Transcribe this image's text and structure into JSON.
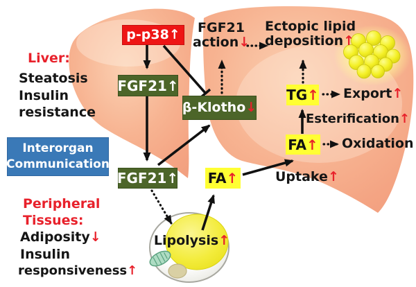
{
  "left_panel": {
    "liver_heading": "Liver:",
    "liver_line1": "Steatosis",
    "liver_line2": "Insulin",
    "liver_line3": "resistance",
    "interorgan_line1": "Interorgan",
    "interorgan_line2": "Communication",
    "peripheral_heading1": "Peripheral",
    "peripheral_heading2": "Tissues:",
    "adiposity_text": "Adiposity",
    "adiposity_arrow": "↓",
    "insulin_text": "Insulin",
    "responsiveness_text": "responsiveness",
    "responsiveness_arrow": "↑"
  },
  "nodes": {
    "p_p38": {
      "text": "p-p38",
      "arrow": "↑"
    },
    "fgf21_liver": {
      "text": "FGF21",
      "arrow": "↑"
    },
    "beta_klotho": {
      "text": "β-Klotho",
      "arrow": "↓"
    },
    "fgf21_peripheral": {
      "text": "FGF21",
      "arrow": "↑"
    },
    "tg": {
      "text": "TG",
      "arrow": "↑"
    },
    "fa_liver": {
      "text": "FA",
      "arrow": "↑"
    },
    "fa_peripheral": {
      "text": "FA",
      "arrow": "↑"
    }
  },
  "annotations": {
    "fgf21_action": {
      "line1": "FGF21",
      "line2": "action",
      "arrow": "↓"
    },
    "ectopic_lipid": {
      "line1": "Ectopic lipid",
      "line2": "deposition",
      "arrow": "↑"
    },
    "export": {
      "text": "Export",
      "arrow": "↑"
    },
    "esterification": {
      "text": "Esterification",
      "arrow": "↑"
    },
    "oxidation": {
      "text": "Oxidation",
      "arrow": "↑"
    },
    "uptake": {
      "text": "Uptake",
      "arrow": "↑"
    },
    "lipolysis": {
      "text": "Lipolysis",
      "arrow": "↑"
    }
  },
  "colors": {
    "liver_fill": "#f5a886",
    "red_box": "#ee1515",
    "green_box": "#4c6529",
    "yellow_box": "#ffff33",
    "blue_box": "#3a79b7",
    "accent_red": "#e8212b",
    "lipid_yellow": "#f2ee2a"
  }
}
